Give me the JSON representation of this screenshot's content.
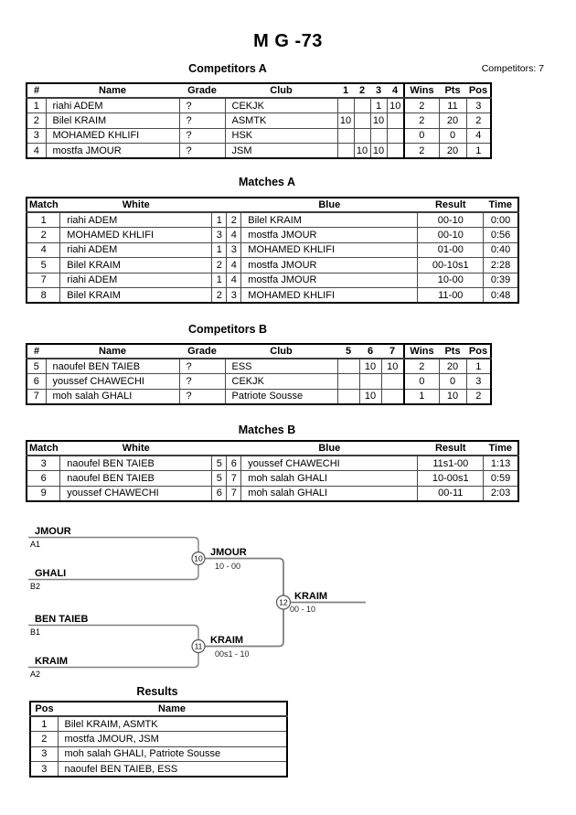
{
  "title": "M G -73",
  "competitors_note": "Competitors: 7",
  "headings": {
    "competitors_a": "Competitors A",
    "matches_a": "Matches A",
    "competitors_b": "Competitors B",
    "matches_b": "Matches B",
    "results": "Results"
  },
  "tables": {
    "competitors_a": {
      "headers": [
        "#",
        "Name",
        "Grade",
        "Club",
        "1",
        "2",
        "3",
        "4",
        "Wins",
        "Pts",
        "Pos"
      ],
      "rows": [
        [
          "1",
          "riahi ADEM",
          "?",
          "CEKJK",
          "",
          "",
          "1",
          "10",
          "2",
          "11",
          "3"
        ],
        [
          "2",
          "Bilel KRAIM",
          "?",
          "ASMTK",
          "10",
          "",
          "10",
          "",
          "2",
          "20",
          "2"
        ],
        [
          "3",
          "MOHAMED KHLIFI",
          "?",
          "HSK",
          "",
          "",
          "",
          "",
          "0",
          "0",
          "4"
        ],
        [
          "4",
          "mostfa JMOUR",
          "?",
          "JSM",
          "",
          "10",
          "10",
          "",
          "2",
          "20",
          "1"
        ]
      ]
    },
    "matches_a": {
      "headers": [
        "Match",
        "White",
        "",
        "",
        "Blue",
        "Result",
        "Time"
      ],
      "rows": [
        [
          "1",
          "riahi ADEM",
          "1",
          "2",
          "Bilel KRAIM",
          "00-10",
          "0:00"
        ],
        [
          "2",
          "MOHAMED KHLIFI",
          "3",
          "4",
          "mostfa JMOUR",
          "00-10",
          "0:56"
        ],
        [
          "4",
          "riahi ADEM",
          "1",
          "3",
          "MOHAMED KHLIFI",
          "01-00",
          "0:40"
        ],
        [
          "5",
          "Bilel KRAIM",
          "2",
          "4",
          "mostfa JMOUR",
          "00-10s1",
          "2:28"
        ],
        [
          "7",
          "riahi ADEM",
          "1",
          "4",
          "mostfa JMOUR",
          "10-00",
          "0:39"
        ],
        [
          "8",
          "Bilel KRAIM",
          "2",
          "3",
          "MOHAMED KHLIFI",
          "11-00",
          "0:48"
        ]
      ]
    },
    "competitors_b": {
      "headers": [
        "#",
        "Name",
        "Grade",
        "Club",
        "5",
        "6",
        "7",
        "Wins",
        "Pts",
        "Pos"
      ],
      "rows": [
        [
          "5",
          "naoufel BEN TAIEB",
          "?",
          "ESS",
          "",
          "10",
          "10",
          "2",
          "20",
          "1"
        ],
        [
          "6",
          "youssef CHAWECHI",
          "?",
          "CEKJK",
          "",
          "",
          "",
          "0",
          "0",
          "3"
        ],
        [
          "7",
          "moh salah GHALI",
          "?",
          "Patriote Sousse",
          "",
          "10",
          "",
          "1",
          "10",
          "2"
        ]
      ]
    },
    "matches_b": {
      "headers": [
        "Match",
        "White",
        "",
        "",
        "Blue",
        "Result",
        "Time"
      ],
      "rows": [
        [
          "3",
          "naoufel BEN TAIEB",
          "5",
          "6",
          "youssef CHAWECHI",
          "11s1-00",
          "1:13"
        ],
        [
          "6",
          "naoufel BEN TAIEB",
          "5",
          "7",
          "moh salah GHALI",
          "10-00s1",
          "0:59"
        ],
        [
          "9",
          "youssef CHAWECHI",
          "6",
          "7",
          "moh salah GHALI",
          "00-11",
          "2:03"
        ]
      ]
    },
    "results": {
      "headers": [
        "Pos",
        "Name"
      ],
      "rows": [
        [
          "1",
          "Bilel KRAIM, ASMTK"
        ],
        [
          "2",
          "mostfa JMOUR, JSM"
        ],
        [
          "3",
          "moh salah GHALI, Patriote Sousse"
        ],
        [
          "3",
          "naoufel BEN TAIEB, ESS"
        ]
      ]
    }
  },
  "bracket": {
    "semifinal_1": {
      "top": {
        "name": "JMOUR",
        "seed": "A1"
      },
      "bottom": {
        "name": "GHALI",
        "seed": "B2"
      },
      "match_no": "10",
      "winner": "JMOUR",
      "score": "10 - 00"
    },
    "semifinal_2": {
      "top": {
        "name": "BEN TAIEB",
        "seed": "B1"
      },
      "bottom": {
        "name": "KRAIM",
        "seed": "A2"
      },
      "match_no": "11",
      "winner": "KRAIM",
      "score": "00s1 - 10"
    },
    "final": {
      "match_no": "12",
      "winner": "KRAIM",
      "score": "00 - 10"
    }
  },
  "colors": {
    "bracket_line": "#808080",
    "table_grid": "#4a4a4a",
    "table_border": "#000000"
  }
}
